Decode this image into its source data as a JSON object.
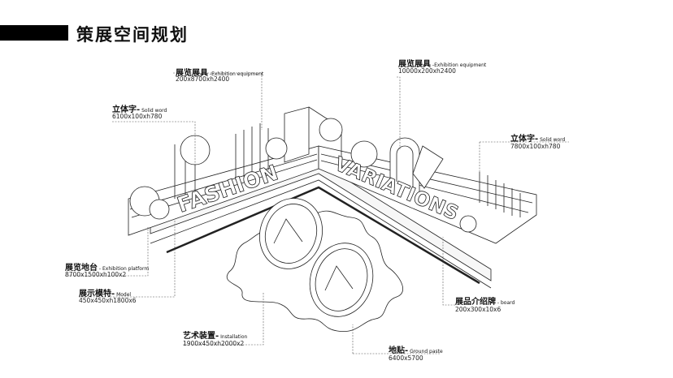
{
  "page": {
    "title": "策展空间规划"
  },
  "labels": {
    "equip_left": {
      "zh": "展览展具",
      "en": " -Exhibition equipment",
      "dim": "200x8700xh2400"
    },
    "equip_right": {
      "zh": "展览展具",
      "en": " -Exhibition equipment",
      "dim": "10000x200xh2400"
    },
    "solid_left": {
      "zh": "立体字-",
      "en": " Solid word",
      "dim": "6100x100xh780"
    },
    "solid_right": {
      "zh": "立体字-",
      "en": " Solid word",
      "dim": "7800x100xh780"
    },
    "platform": {
      "zh": "展览地台",
      "en": " - Exhibition platform",
      "dim": "8700x1500xh100x2"
    },
    "model": {
      "zh": "展示模特-",
      "en": " Model",
      "dim": "450x450xh1800x6"
    },
    "board": {
      "zh": "展品介绍牌",
      "en": " - board",
      "dim": "200x300x10x6"
    },
    "install": {
      "zh": "艺术装置-",
      "en": " Installation",
      "dim": "1900x450xh2000x2"
    },
    "ground": {
      "zh": "地贴-",
      "en": " Ground paste",
      "dim": "6400x5700"
    }
  },
  "signs": {
    "left": "FASHION",
    "right": "VARIATIONS"
  }
}
